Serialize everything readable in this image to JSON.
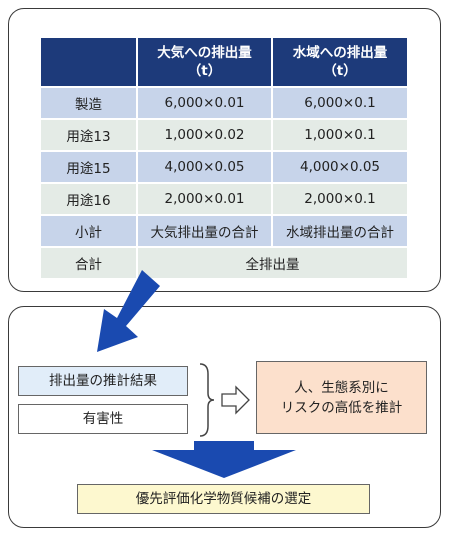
{
  "table": {
    "header": [
      "",
      "大気への排出量\n（t）",
      "水域への排出量\n（t）"
    ],
    "rows": [
      {
        "label": "製造",
        "air": "6,000×0.01",
        "water": "6,000×0.1"
      },
      {
        "label": "用途13",
        "air": "1,000×0.02",
        "water": "1,000×0.1"
      },
      {
        "label": "用途15",
        "air": "4,000×0.05",
        "water": "4,000×0.05"
      },
      {
        "label": "用途16",
        "air": "2,000×0.01",
        "water": "2,000×0.1"
      },
      {
        "label": "小計",
        "air": "大気排出量の合計",
        "water": "水域排出量の合計"
      }
    ],
    "total": {
      "label": "合計",
      "value": "全排出量"
    }
  },
  "flow": {
    "estimate_label": "排出量の推計結果",
    "hazard_label": "有害性",
    "risk_label": "人、生態系別に\nリスクの高低を推計",
    "selection_label": "優先評価化学物質候補の選定"
  },
  "colors": {
    "header_bg": "#1d3a7a",
    "band_blue": "#c7d4ea",
    "band_gray": "#e4ebe6",
    "arrow_blue": "#1a4ab0",
    "risk_box": "#fce0cc",
    "select_box": "#fdf8cf",
    "estimate_box": "#e1edf9"
  }
}
